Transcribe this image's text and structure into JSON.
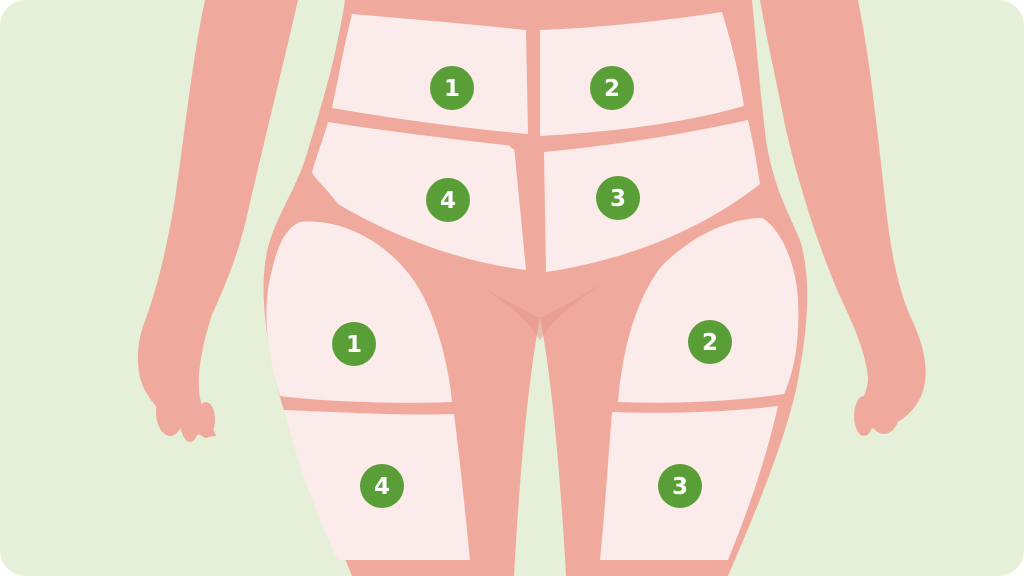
{
  "colors": {
    "background": "#e6f0d8",
    "skin": "#f0aa9d",
    "skin_shadow": "#e4978a",
    "zone_fill": "#fcebeb",
    "marker_fill": "#5a9e37",
    "marker_text": "#ffffff"
  },
  "abdomen_zones": [
    {
      "label": "1"
    },
    {
      "label": "2"
    },
    {
      "label": "3"
    },
    {
      "label": "4"
    }
  ],
  "thigh_zones": [
    {
      "label": "1"
    },
    {
      "label": "2"
    },
    {
      "label": "3"
    },
    {
      "label": "4"
    }
  ]
}
